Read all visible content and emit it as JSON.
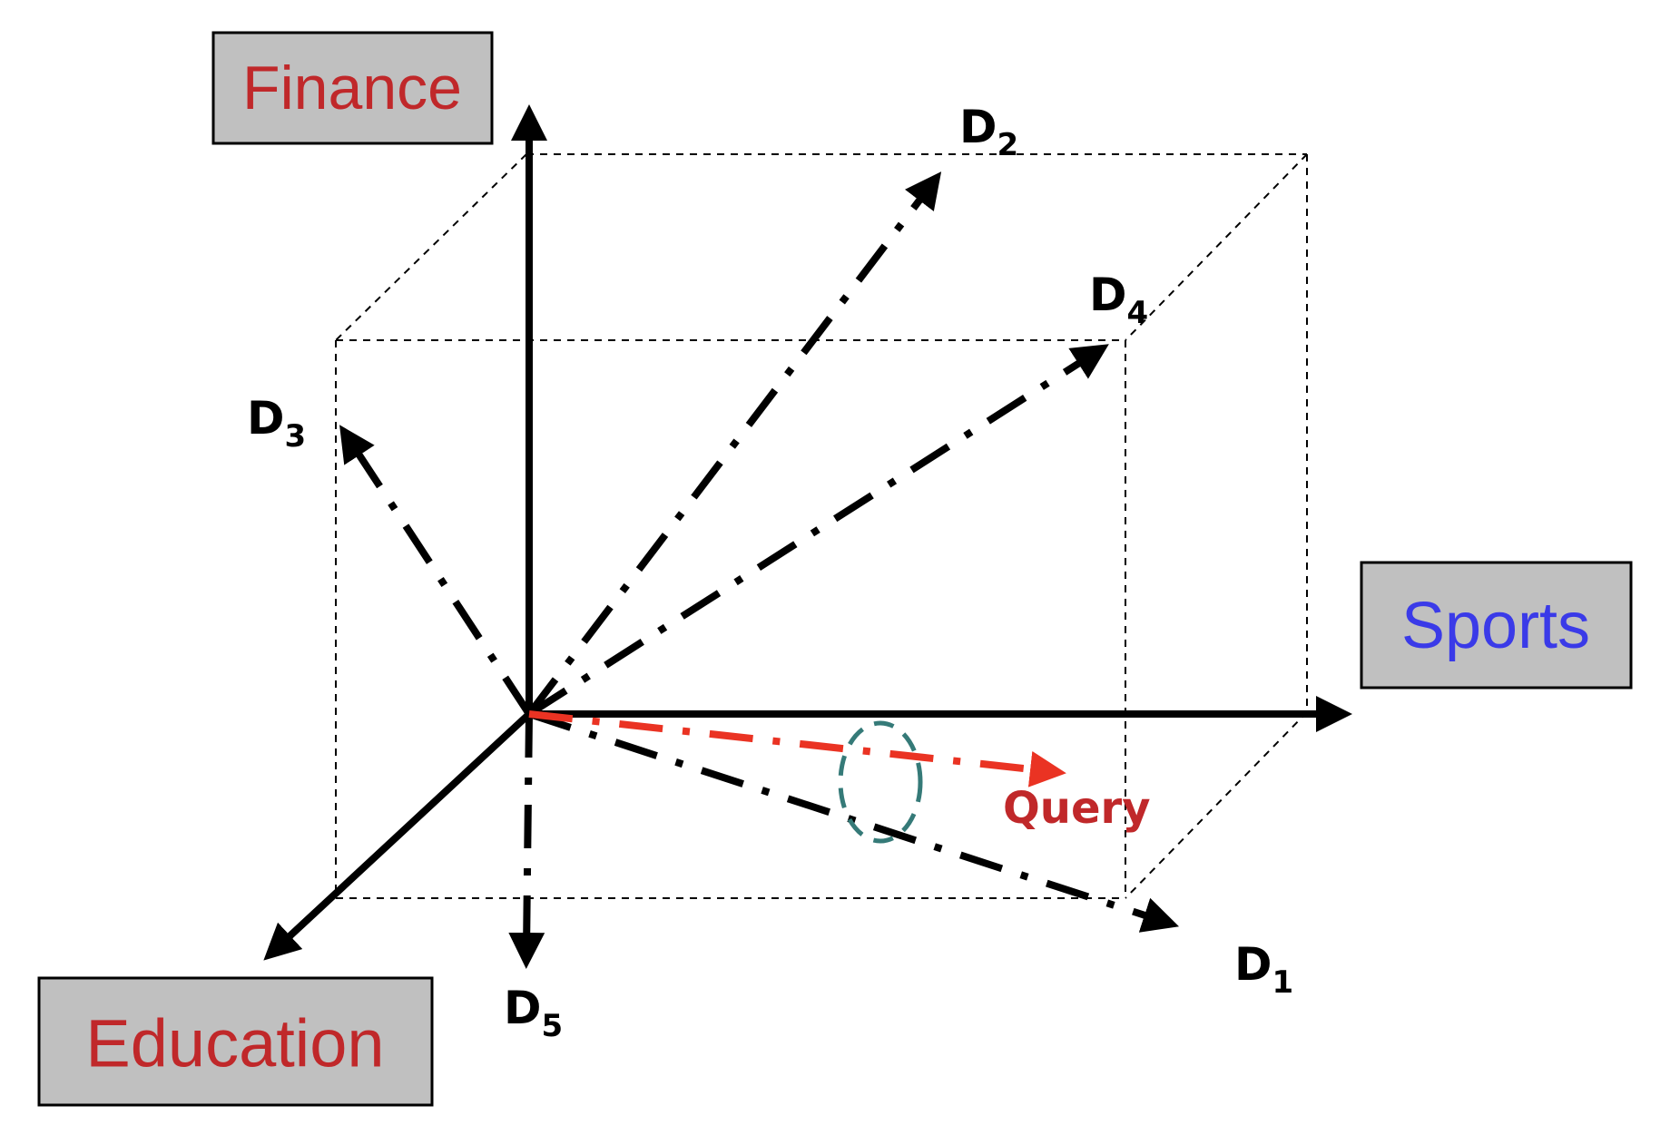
{
  "colors": {
    "axis": "#000000",
    "box_fill": "#c0c0c0",
    "finance_text": "#c0282a",
    "education_text": "#c0282a",
    "sports_text": "#3a3ae8",
    "query_vector": "#ea3323",
    "query_text": "#c0282a",
    "similarity_ellipse": "#357a78"
  },
  "categories": {
    "finance": "Finance",
    "sports": "Sports",
    "education": "Education"
  },
  "documents": [
    {
      "letter": "D",
      "index": "1"
    },
    {
      "letter": "D",
      "index": "2"
    },
    {
      "letter": "D",
      "index": "3"
    },
    {
      "letter": "D",
      "index": "4"
    },
    {
      "letter": "D",
      "index": "5"
    }
  ],
  "query": {
    "label": "Query"
  }
}
